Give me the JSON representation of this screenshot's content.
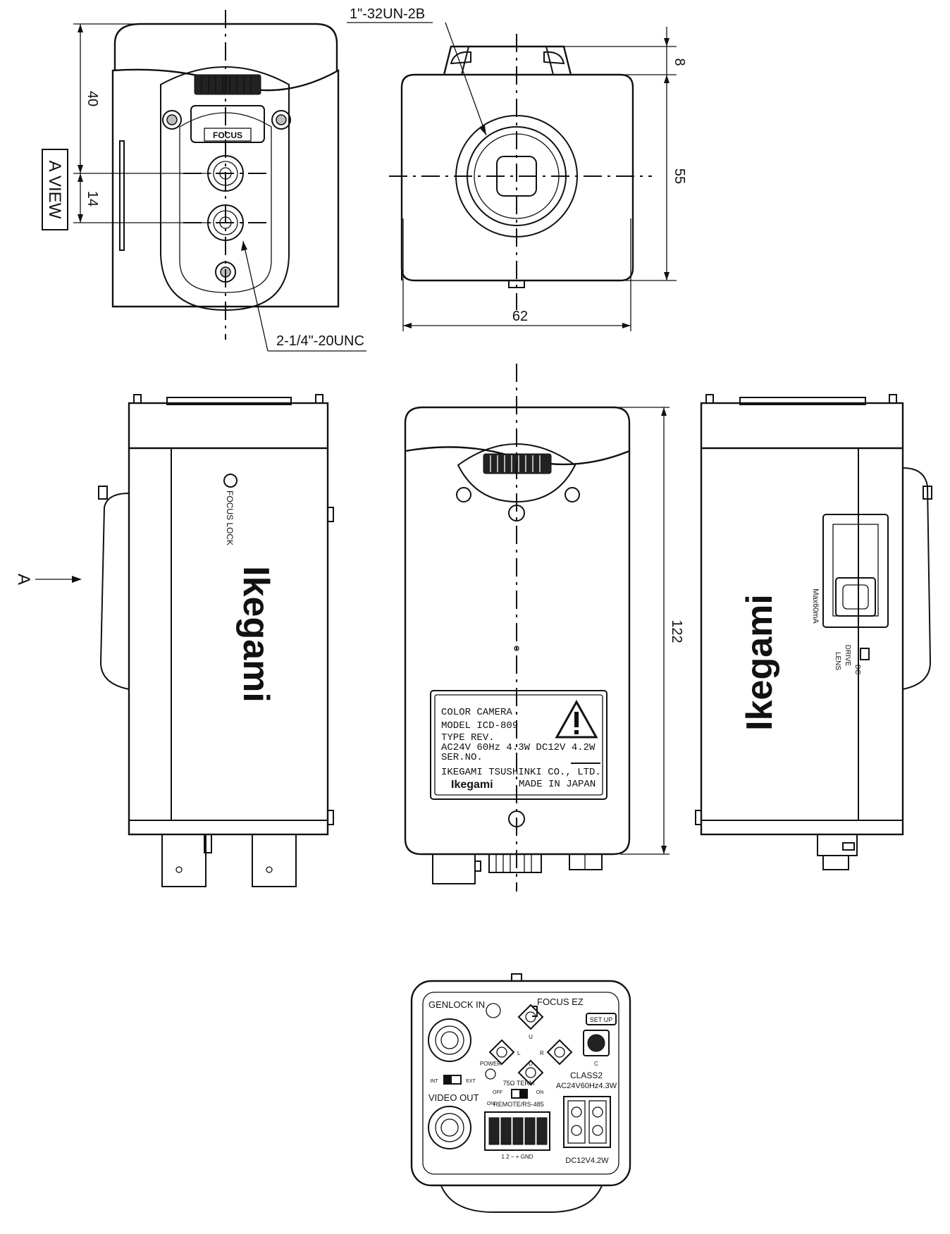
{
  "diagram": {
    "callouts": {
      "mount_thread": "1\"-32UN-2B",
      "tripod_thread": "2-1/4\"-20UNC",
      "a_view": "A VIEW",
      "arrow_a": "A"
    },
    "dimensions": {
      "d40": "40",
      "d14": "14",
      "d8": "8",
      "d55": "55",
      "d62": "62",
      "d122": "122"
    },
    "front_top": {
      "focus_label": "FOCUS"
    },
    "side_left": {
      "focus_lock": "FOCUS LOCK",
      "brand": "Ikegami"
    },
    "side_right": {
      "brand": "Ikegami",
      "port_label": "Max60mA",
      "switch_label_a": "DRIVE",
      "switch_label_b": "DC",
      "switch_label_c": "LENS"
    },
    "rating_plate": {
      "line1": "COLOR  CAMERA",
      "line2": "MODEL   ICD-809",
      "line3": "TYPE              REV.",
      "line4": "AC24V 60Hz 4.3W DC12V 4.2W",
      "line5": "SER.NO.",
      "line6": "IKEGAMI TSUSHINKI CO., LTD.",
      "brand": "Ikegami",
      "line7": "MADE IN JAPAN"
    },
    "rear_panel": {
      "genlock": "GENLOCK IN",
      "focus_ez": "FOCUS EZ",
      "setup": "SET UP",
      "power": "POWER",
      "term": "75Ω TERM",
      "term_off": "OFF",
      "term_on": "ON",
      "video_out": "VIDEO OUT",
      "remote": "REMOTE/RS-485",
      "class2": "CLASS2",
      "ac_rating": "AC24V60Hz4.3W",
      "dc_rating": "DC12V4.2W",
      "btn_l": "L",
      "btn_r": "R",
      "btn_u": "U",
      "btn_d": "D",
      "btn_c": "C",
      "switch_left": "INT",
      "switch_right": "EXT",
      "pins": "1  2  −  +  GND",
      "on": "ON"
    }
  }
}
